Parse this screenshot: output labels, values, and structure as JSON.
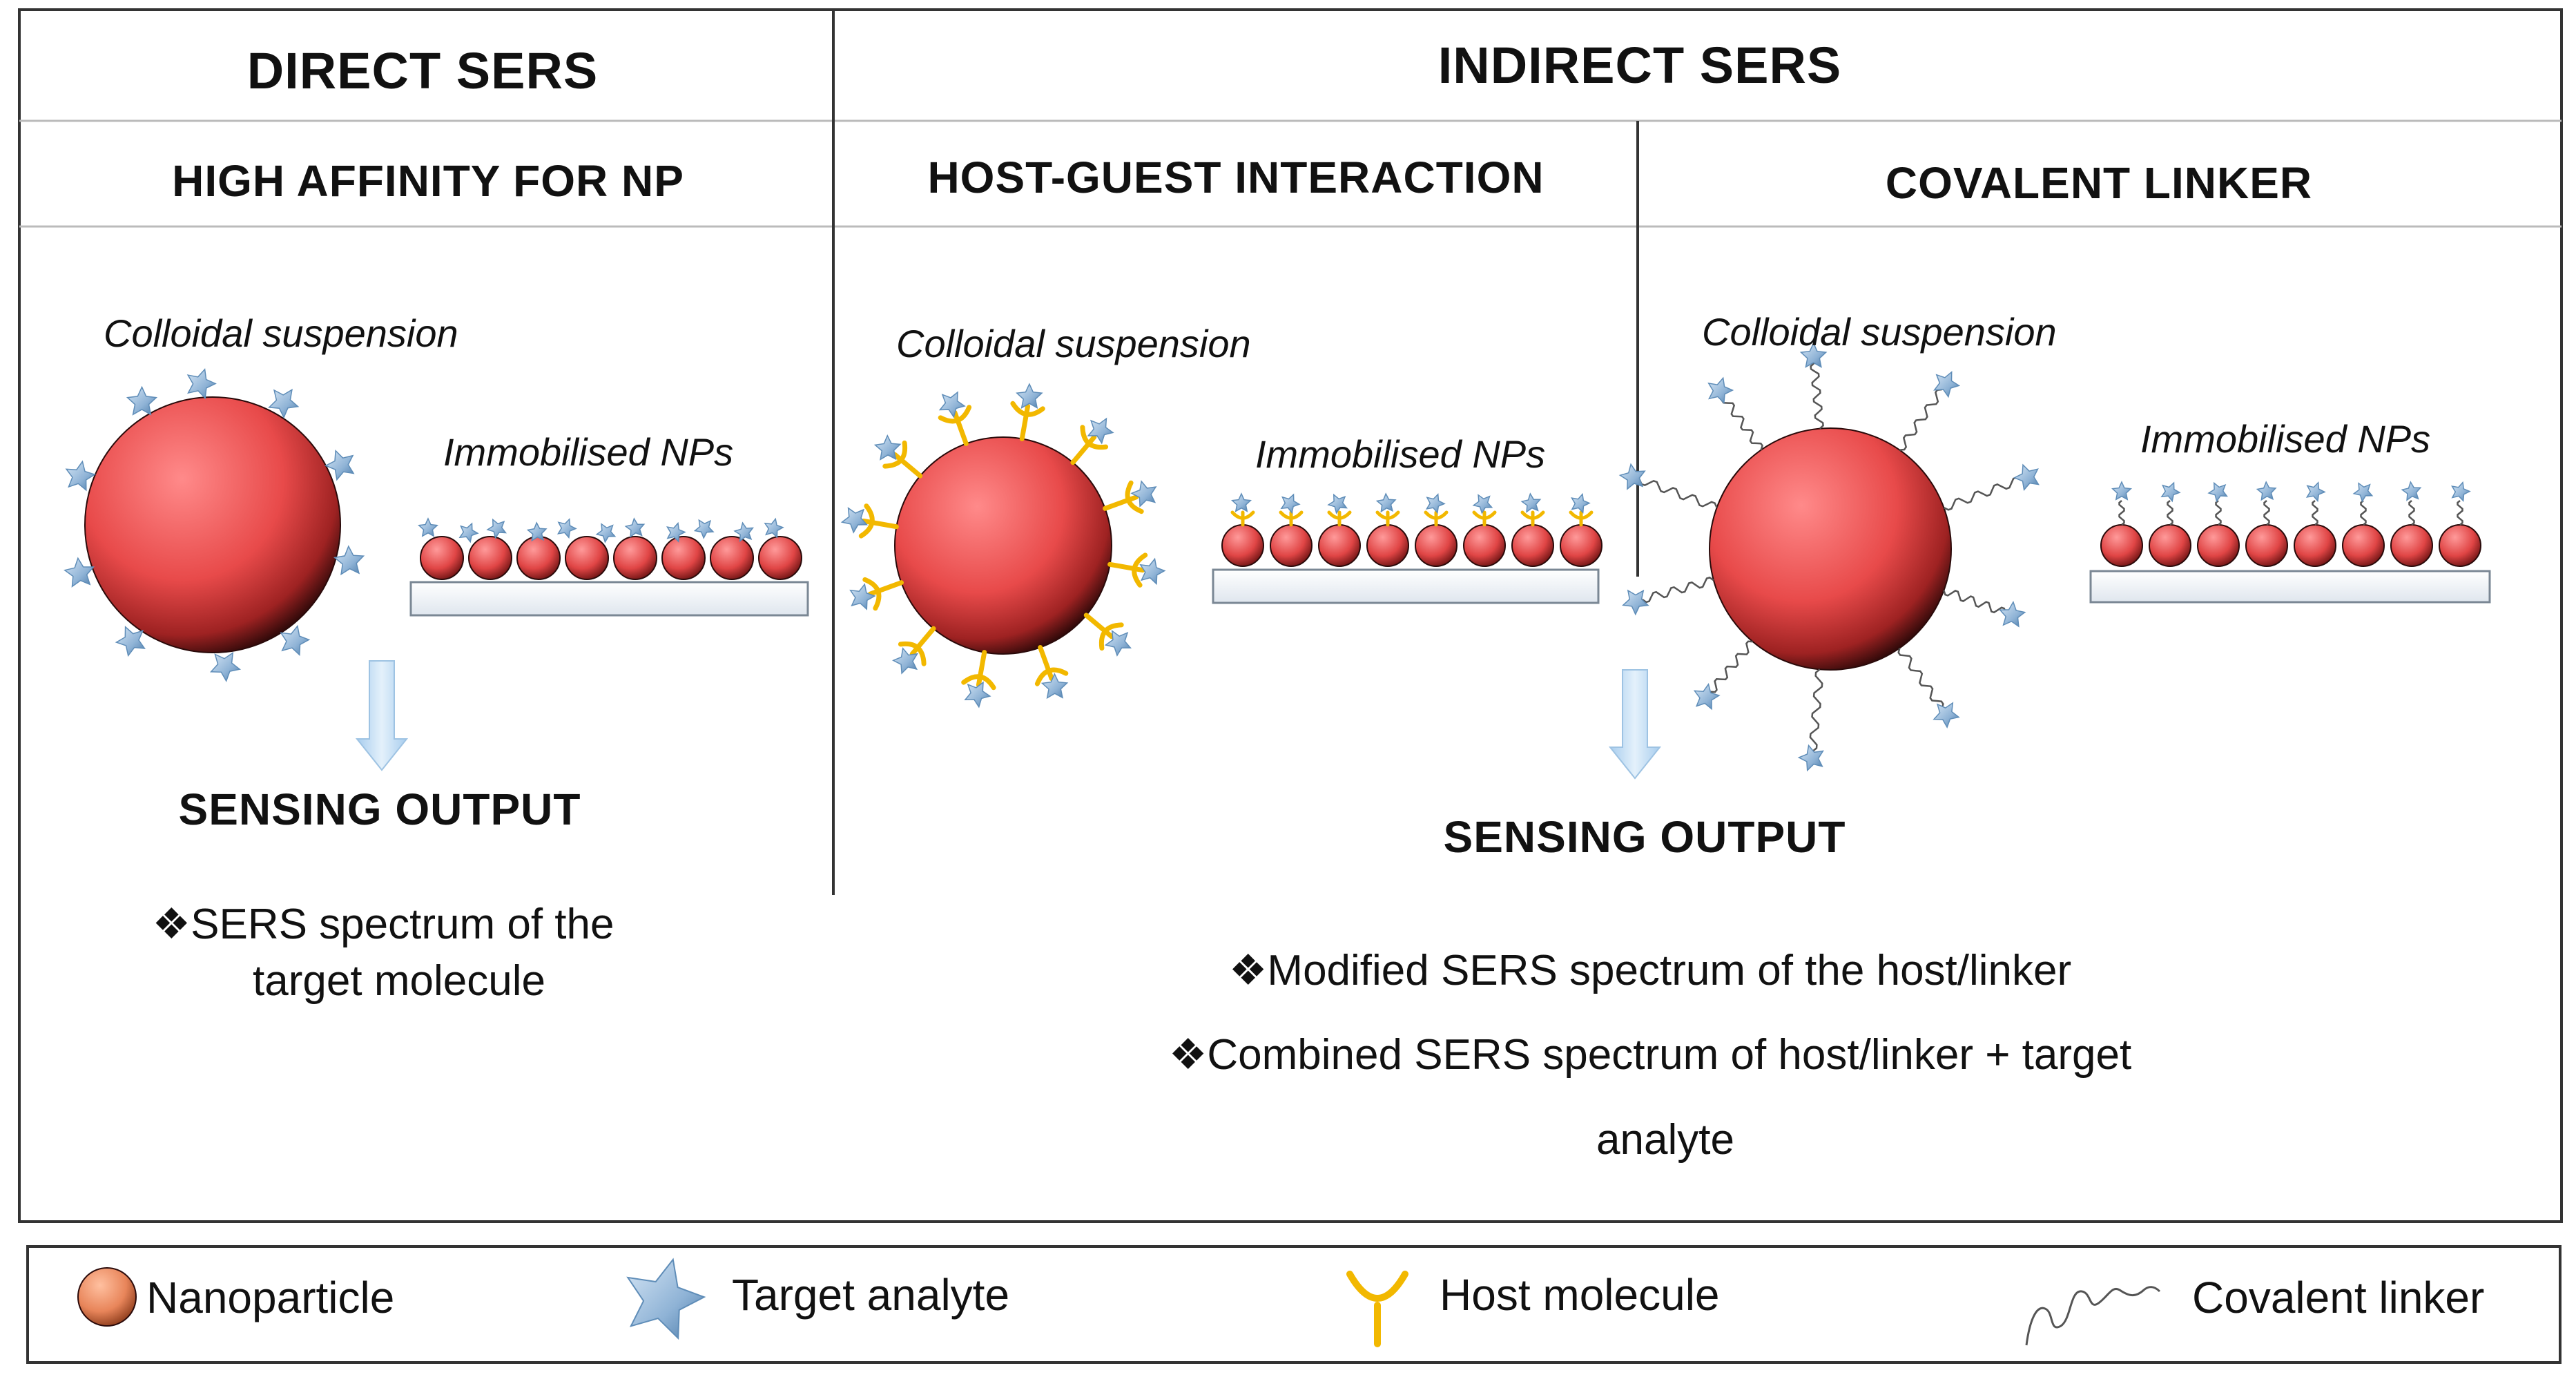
{
  "direct": {
    "title": "DIRECT SERS",
    "subtitle": "HIGH AFFINITY FOR NP",
    "colloid_label": "Colloidal suspension",
    "immob_label": "Immobilised NPs",
    "output_title": "SENSING OUTPUT",
    "output_line1": "❖SERS spectrum of the",
    "output_line2": "target molecule"
  },
  "indirect": {
    "title": "INDIRECT SERS",
    "host_guest": {
      "subtitle": "HOST-GUEST INTERACTION",
      "colloid_label": "Colloidal suspension",
      "immob_label": "Immobilised NPs"
    },
    "covalent": {
      "subtitle": "COVALENT LINKER",
      "colloid_label": "Colloidal suspension",
      "immob_label": "Immobilised NPs"
    },
    "output_title": "SENSING OUTPUT",
    "output_line1": "❖Modified SERS spectrum of the host/linker",
    "output_line2": "❖Combined SERS spectrum of host/linker + target",
    "output_line3": "analyte"
  },
  "legend": {
    "nanoparticle": "Nanoparticle",
    "target_analyte": "Target analyte",
    "host_molecule": "Host molecule",
    "covalent_linker": "Covalent linker"
  },
  "colors": {
    "nanoparticle": "#e84a4a",
    "legend_nanoparticle": "#e8855a",
    "analyte_star": "#8fb3d6",
    "host_molecule": "#f2b800",
    "arrow": "#bcd8ef",
    "border": "#333333"
  }
}
